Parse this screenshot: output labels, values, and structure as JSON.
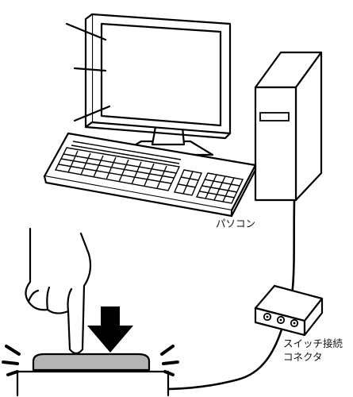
{
  "labels": {
    "pc": "パソコン",
    "switch_connector_line1": "スイッチ接続",
    "switch_connector_line2": "コネクタ"
  },
  "colors": {
    "ink": "#000000",
    "button_top": "#b4b4b4",
    "background": "#ffffff"
  },
  "icons": [
    "monitor-icon",
    "keyboard-icon",
    "pc-tower-icon",
    "switch-connector-box-icon",
    "pointing-hand-icon",
    "down-arrow-icon",
    "push-button-switch-icon"
  ]
}
